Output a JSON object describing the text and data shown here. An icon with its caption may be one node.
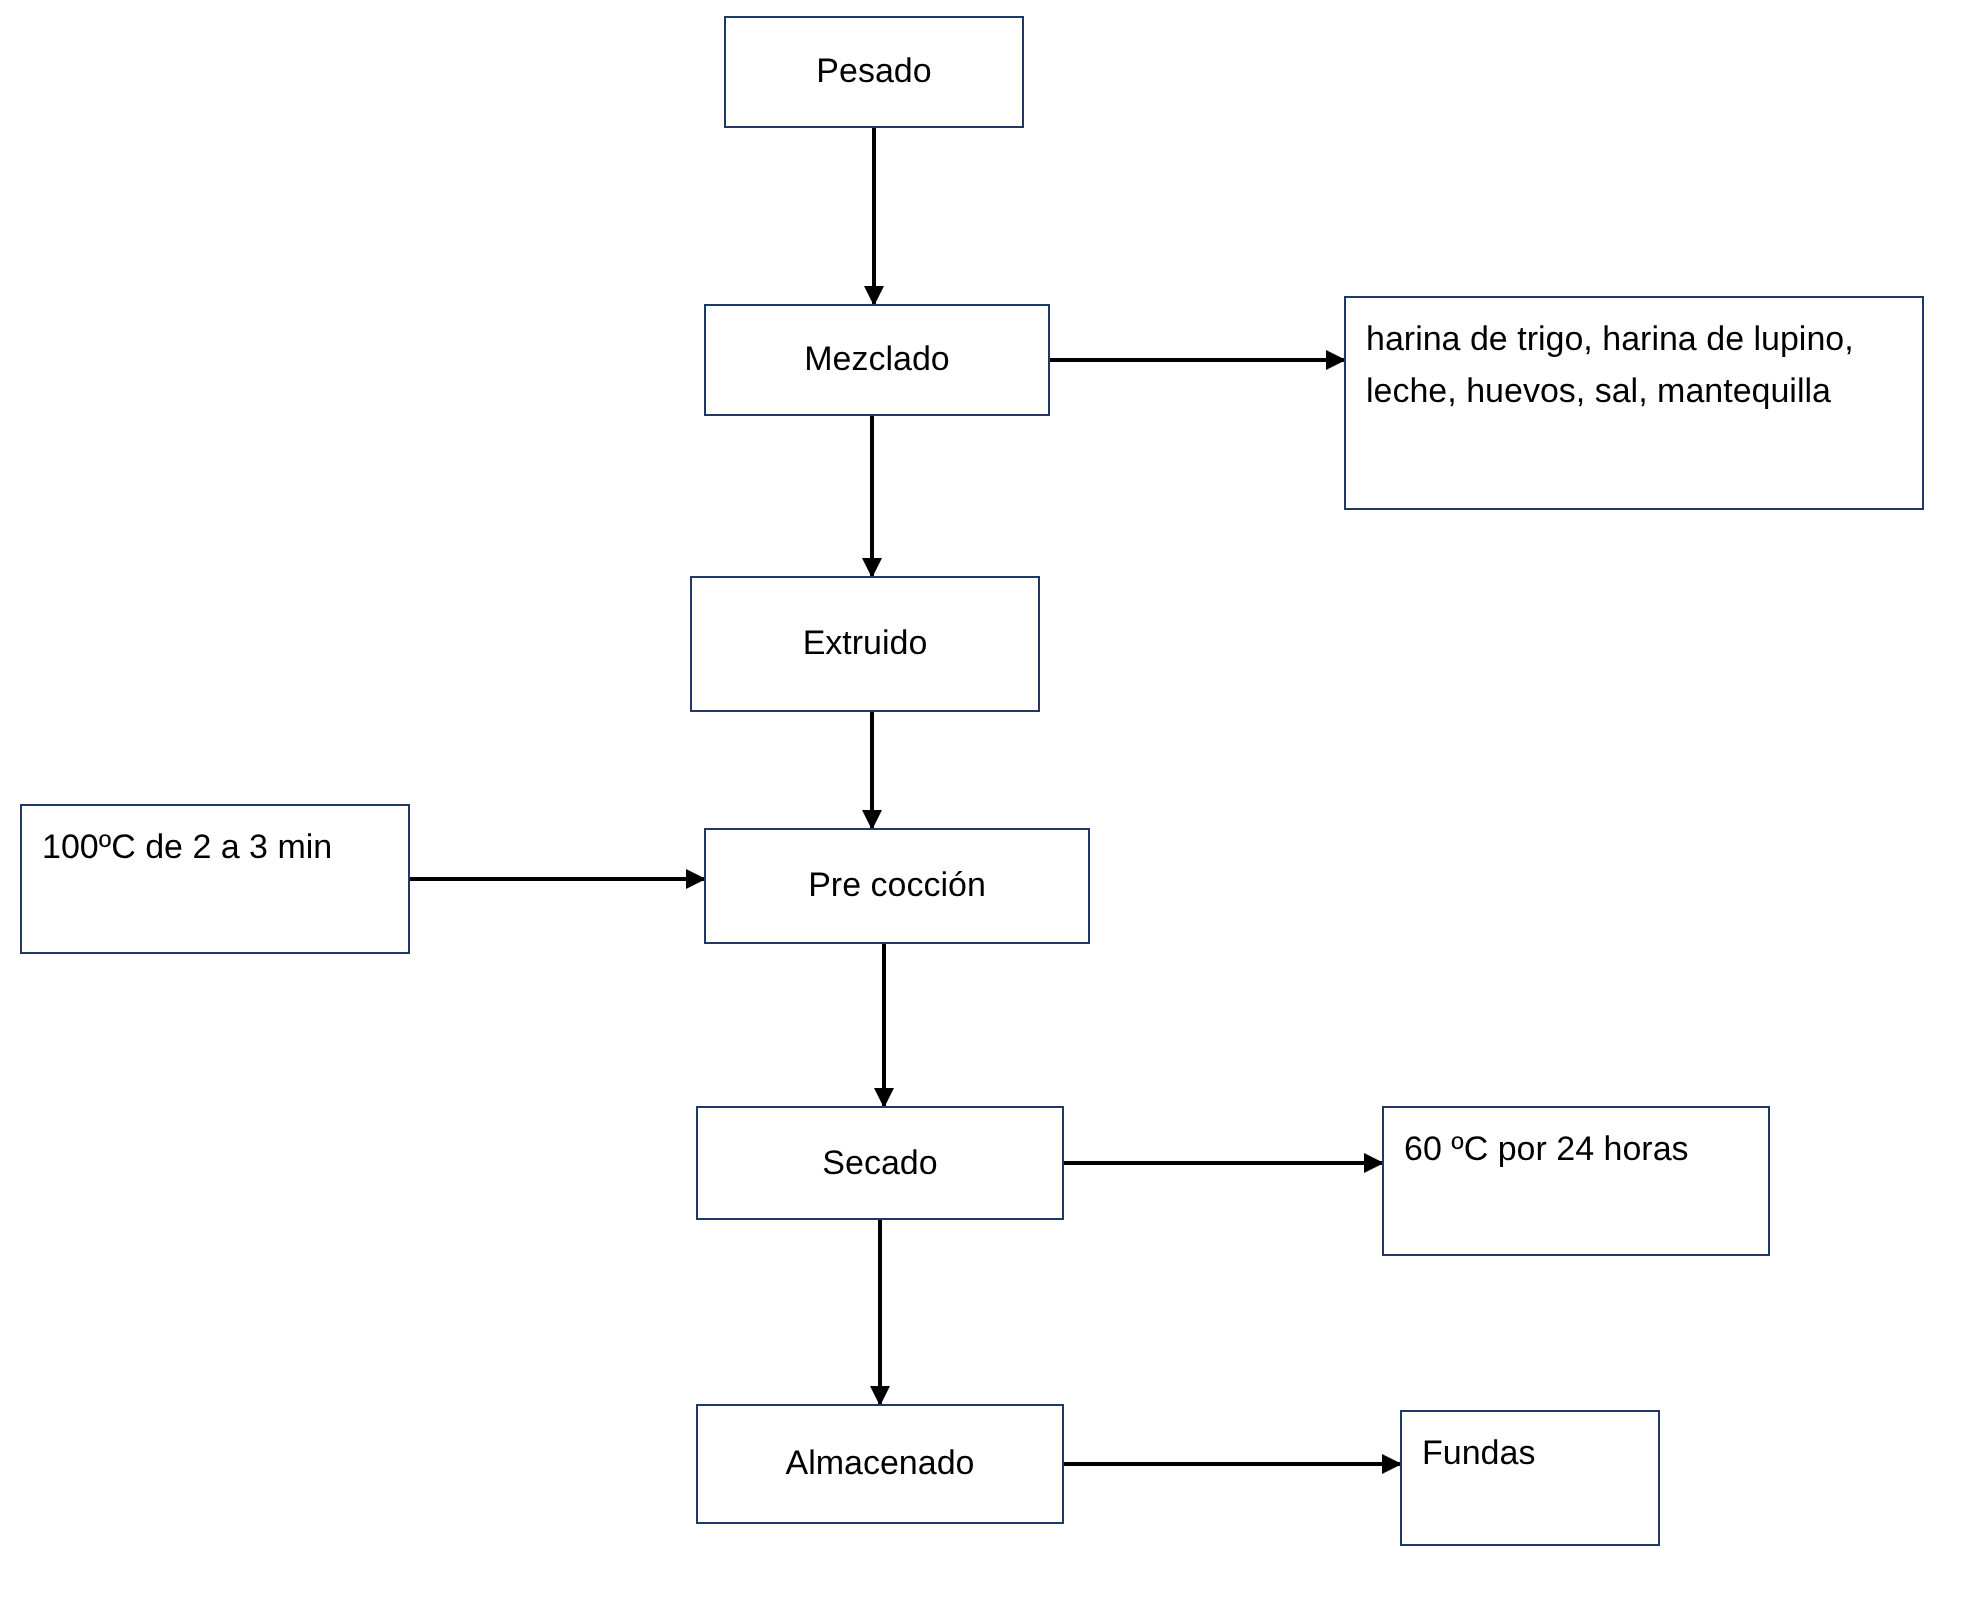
{
  "diagram": {
    "nodes": [
      {
        "text": [
          "Pesado"
        ]
      },
      {
        "text": [
          "Mezclado"
        ]
      },
      {
        "text": [
          "harina de trigo, harina de lupino, leche, huevos, sal, mantequilla"
        ]
      },
      {
        "text": [
          "Extruido"
        ]
      },
      {
        "text": [
          "100ºC de 2 a 3 min"
        ]
      },
      {
        "text": [
          "Pre cocción"
        ]
      },
      {
        "text": [
          "Secado"
        ]
      },
      {
        "text": [
          "60 ºC por 24 horas"
        ]
      },
      {
        "text": [
          "Almacenado"
        ]
      },
      {
        "text": [
          "Fundas"
        ]
      }
    ],
    "edges": [
      {
        "from": 0,
        "to": 1,
        "arrow": "to"
      },
      {
        "from": 1,
        "to": 2,
        "arrow": "to"
      },
      {
        "from": 1,
        "to": 3,
        "arrow": "to"
      },
      {
        "from": 3,
        "to": 5,
        "arrow": "to"
      },
      {
        "from": 4,
        "to": 5,
        "arrow": "to"
      },
      {
        "from": 5,
        "to": 6,
        "arrow": "to"
      },
      {
        "from": 6,
        "to": 7,
        "arrow": "to"
      },
      {
        "from": 6,
        "to": 8,
        "arrow": "to"
      },
      {
        "from": 8,
        "to": 9,
        "arrow": "to"
      }
    ]
  }
}
